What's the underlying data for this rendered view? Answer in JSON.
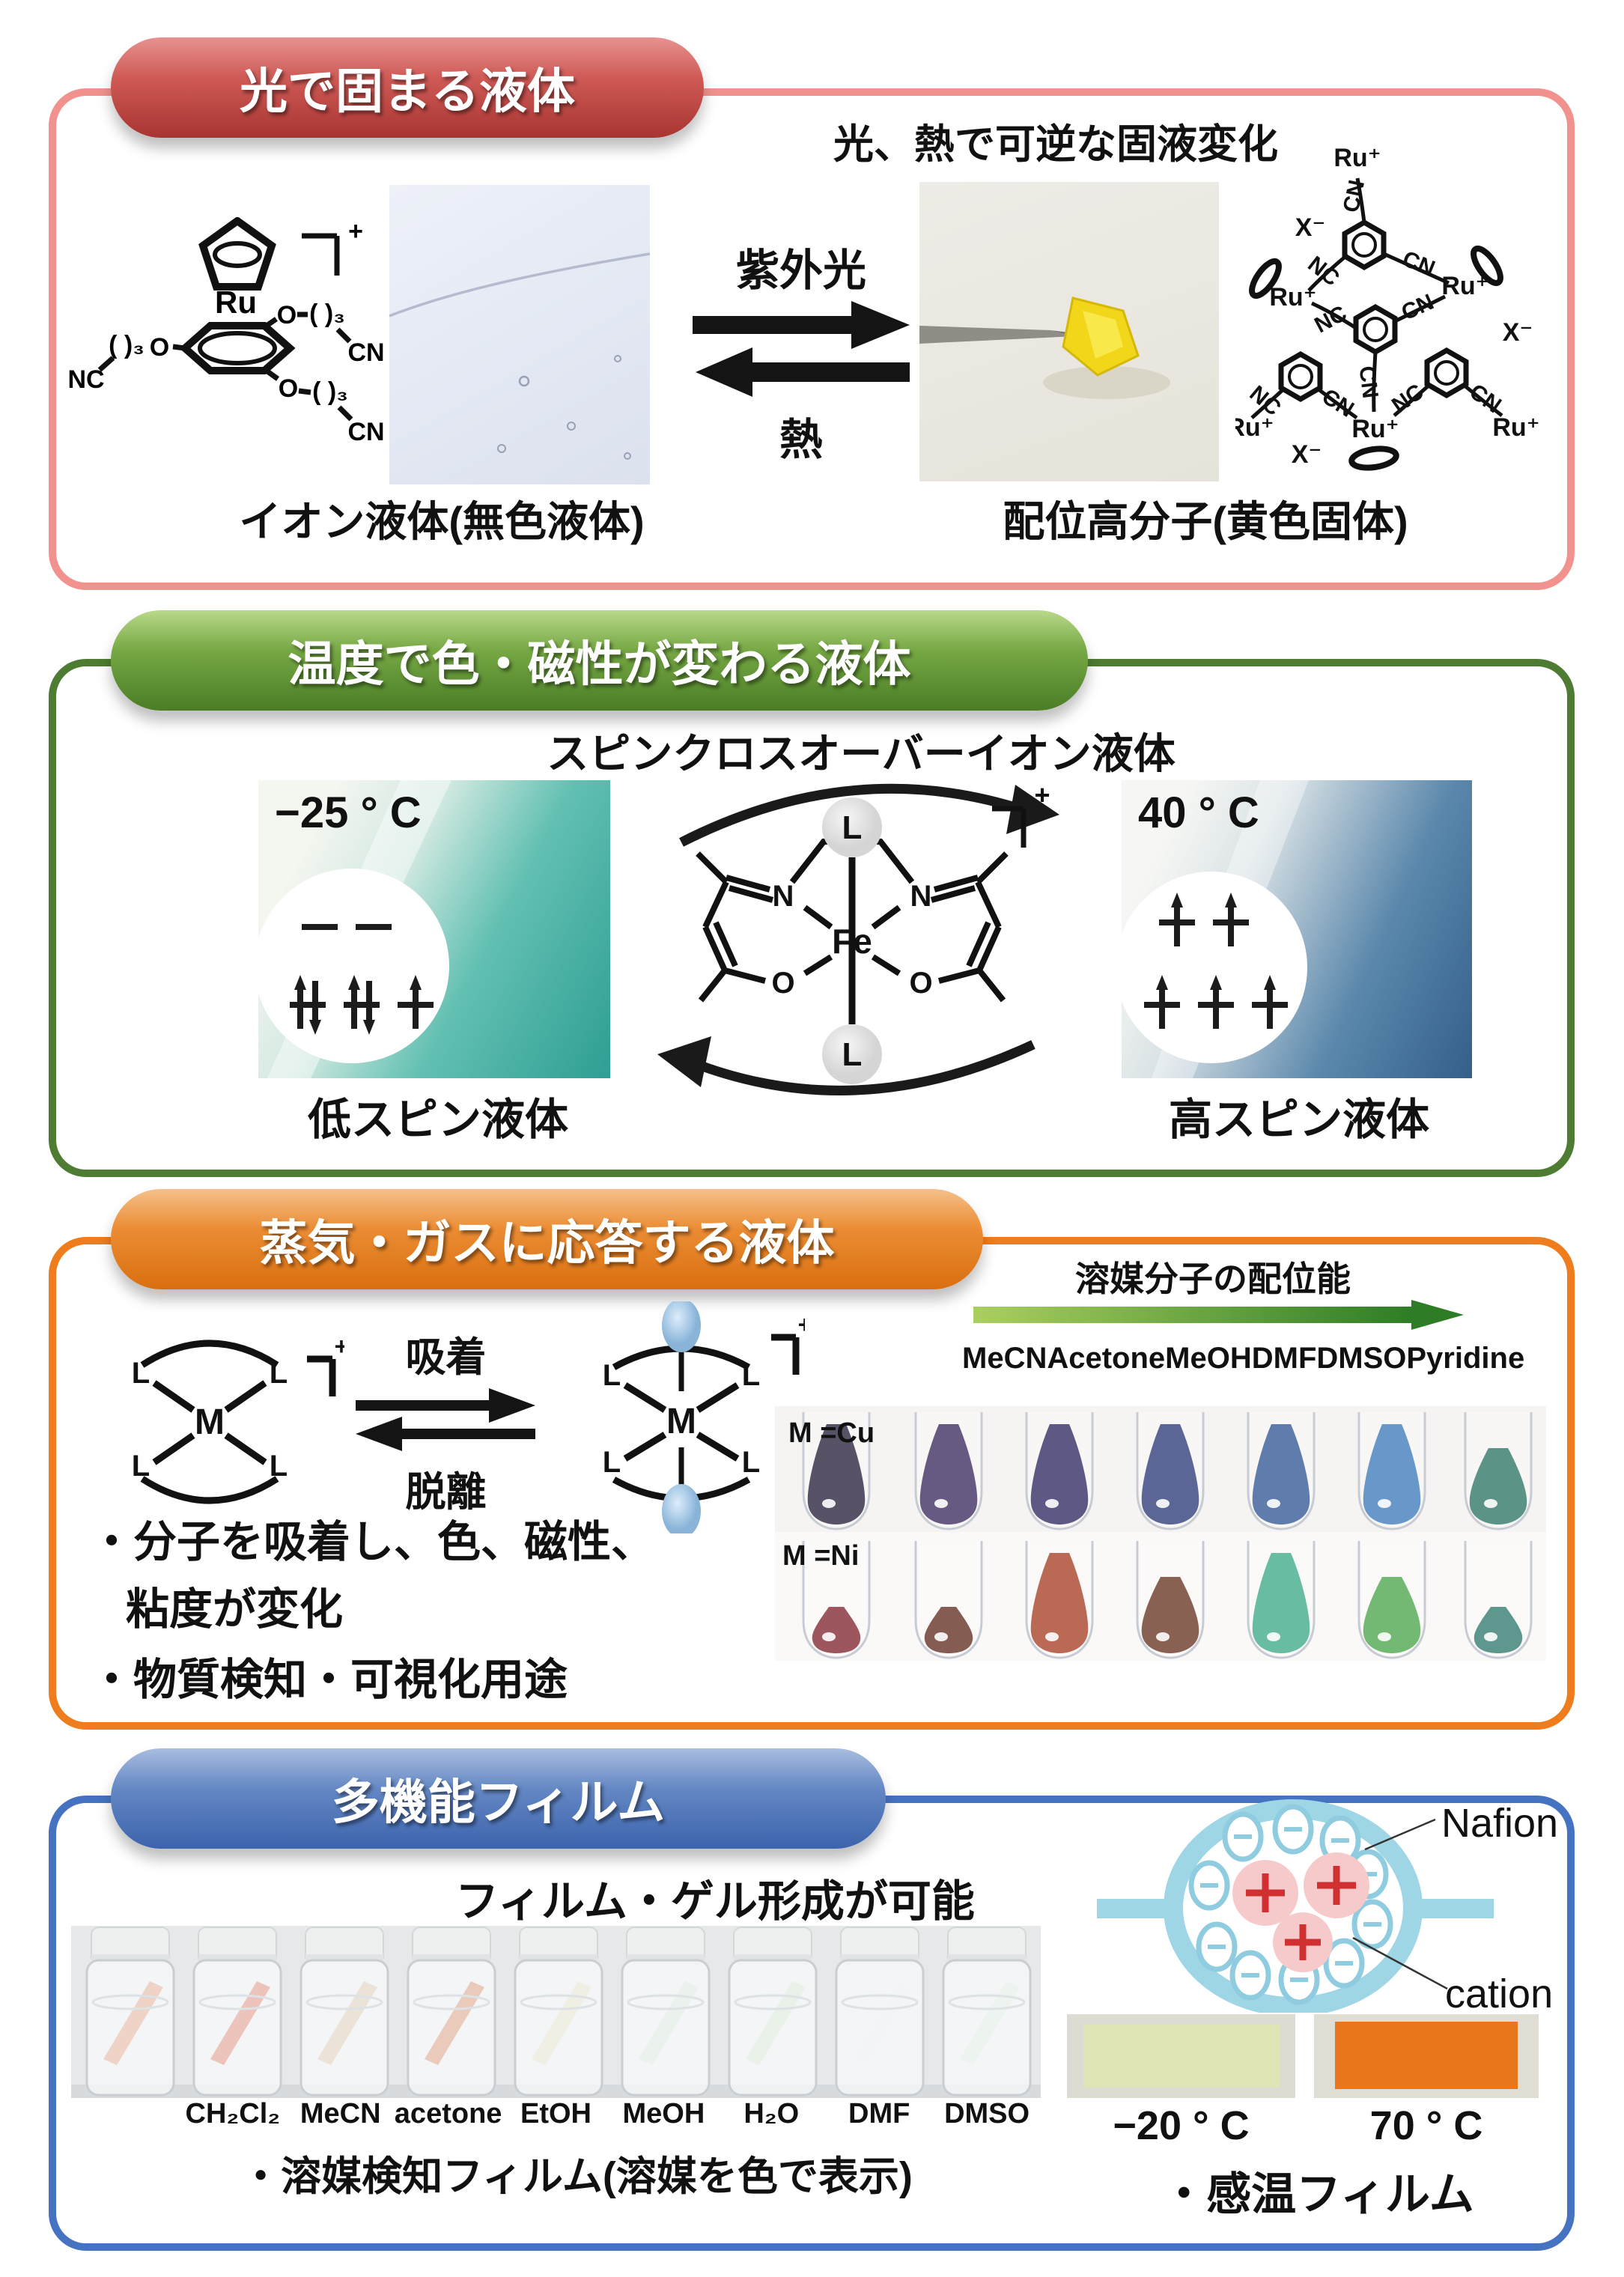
{
  "s1": {
    "title": "光で固まる液体",
    "subtitle": "光、熱で可逆な固液変化",
    "uv": "紫外光",
    "heat": "熱",
    "caption_left": "イオン液体(無色液体)",
    "caption_right": "配位高分子(黄色固体)",
    "accent": "#f2928f"
  },
  "s2": {
    "title": "温度で色・磁性が変わる液体",
    "subtitle": "スピンクロスオーバーイオン液体",
    "temp_left": "−25 ° C",
    "temp_right": "40 ° C",
    "caption_left": "低スピン液体",
    "caption_right": "高スピン液体",
    "accent": "#4e7c33",
    "liquid_left_color": "#2f9e94",
    "liquid_right_color": "#335f8a"
  },
  "s3": {
    "title": "蒸気・ガスに応答する液体",
    "adsorption": "吸着",
    "desorption": "脱離",
    "axis_title": "溶媒分子の配位能",
    "solvents": [
      "MeCN",
      "Acetone",
      "MeOH",
      "DMF",
      "DMSO",
      "Pyridine"
    ],
    "row_cu_label": "M =Cu",
    "row_ni_label": "M =Ni",
    "bullet1_line1": "・分子を吸着し、色、磁性、",
    "bullet1_line2": "粘度が変化",
    "bullet2": "・物質検知・可視化用途",
    "accent": "#ef7c1d",
    "cu_tube_colors": [
      "#17102a",
      "#2b1a52",
      "#201856",
      "#1d2b6e",
      "#234a8e",
      "#2f6fb4",
      "#1d6a58"
    ],
    "ni_tube_colors": [
      "#78161f",
      "#571e10",
      "#a03012",
      "#5c2410",
      "#2fa37f",
      "#3f9f3e",
      "#1f6f63"
    ]
  },
  "s4": {
    "title": "多機能フィルム",
    "subtitle": "フィルム・ゲル形成が可能",
    "vial_labels": [
      "",
      "CH₂Cl₂",
      "MeCN",
      "acetone",
      "EtOH",
      "MeOH",
      "H₂O",
      "DMF",
      "DMSO"
    ],
    "vial_film_colors": [
      "#d4703f",
      "#cc3c16",
      "#c9a97c",
      "#c35018",
      "#d8d4a4",
      "#cadcc6",
      "#c4dabc",
      "#e4e7e4",
      "#cfe0ce"
    ],
    "bullet_solvent": "・溶媒検知フィルム(溶媒を色で表示)",
    "nafion_label": "Nafion",
    "cation_label": "cation",
    "film_temp_left": "−20 ° C",
    "film_temp_right": "70 ° C",
    "film_colors": [
      "#dfe5b4",
      "#e8761c"
    ],
    "bullet_thermo": "・感温フィルム",
    "accent": "#4673c1"
  },
  "atoms": {
    "ru": "Ru",
    "ru_plus": "Ru⁺",
    "x_minus": "X⁻",
    "cn": "CN",
    "nc": "NC",
    "o": "O",
    "n": "N",
    "fe": "Fe",
    "l": "L",
    "m": "M",
    "plus": "+",
    "chain3": "( )₃"
  }
}
